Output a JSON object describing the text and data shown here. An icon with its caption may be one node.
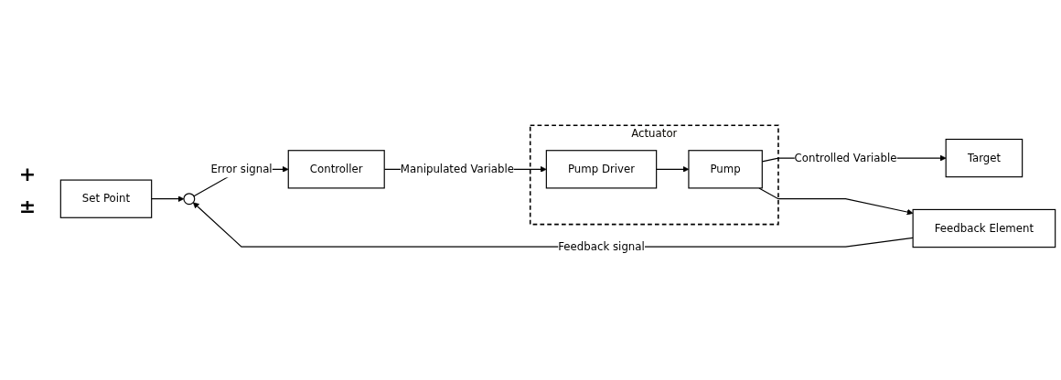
{
  "diagram": {
    "nodes": [
      {
        "text": [
          "Set Point"
        ]
      },
      {
        "text": [],
        "shape": "circle"
      },
      {
        "text": [
          "Controller"
        ]
      },
      {
        "text": [
          "Actuator"
        ]
      },
      {
        "text": [
          "Pump Driver"
        ],
        "in": 3
      },
      {
        "text": [
          "Pump"
        ],
        "in": 3
      },
      {
        "text": [
          "Target"
        ]
      },
      {
        "text": [
          "Feedback Element"
        ]
      }
    ],
    "edges": [
      {
        "from": 0,
        "to": 1,
        "arrow": "to"
      },
      {
        "from": 1,
        "to": 2,
        "arrow": "to",
        "label": "Error signal"
      },
      {
        "from": 2,
        "to": 4,
        "arrow": "to",
        "label": "Manipulated Variable"
      },
      {
        "from": 4,
        "to": 5,
        "arrow": "to"
      },
      {
        "from": 5,
        "to": 6,
        "arrow": "to",
        "label": "Controlled Variable"
      },
      {
        "from": 5,
        "to": 7,
        "arrow": "to"
      },
      {
        "from": 7,
        "to": 1,
        "arrow": "to",
        "label": "Feedback signal"
      }
    ],
    "labels": [
      "+",
      "±"
    ]
  }
}
